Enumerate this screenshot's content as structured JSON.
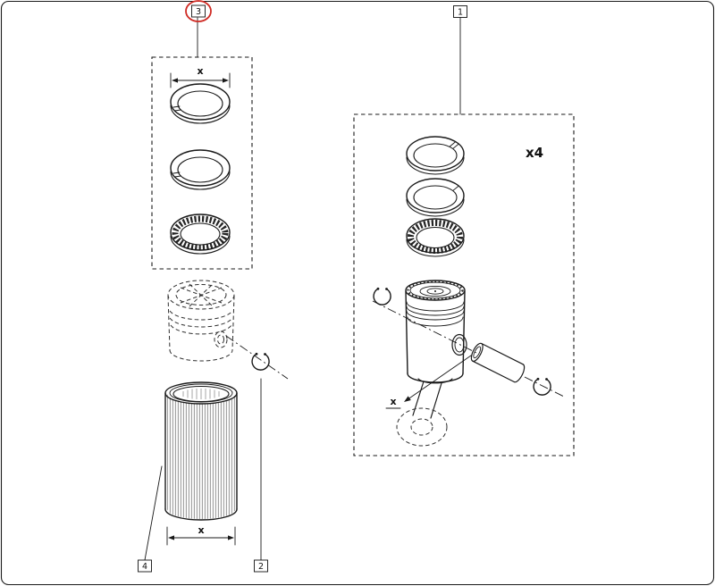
{
  "callouts": {
    "c1": {
      "label": "1"
    },
    "c2": {
      "label": "2"
    },
    "c3": {
      "label": "3"
    },
    "c4": {
      "label": "4"
    }
  },
  "labels": {
    "quantity": "x4",
    "dim_rings": "x",
    "dim_liner": "x",
    "dim_pin": "x"
  },
  "colors": {
    "highlight_red": "#cf2b24",
    "line": "#1a1a1a",
    "background": "#ffffff"
  }
}
